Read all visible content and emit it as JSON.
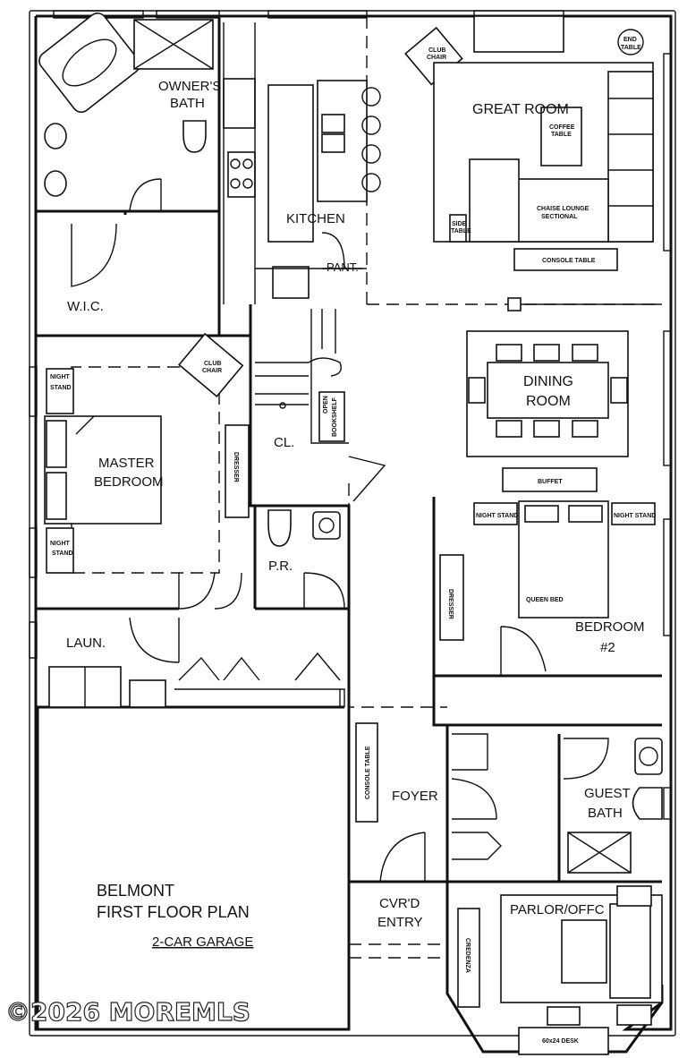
{
  "plan": {
    "title_line1": "BELMONT",
    "title_line2": "FIRST FLOOR PLAN",
    "garage_label": "2-CAR GARAGE",
    "watermark": "©2026 MOREMLS"
  },
  "rooms": {
    "owners_bath_1": "OWNER'S",
    "owners_bath_2": "BATH",
    "kitchen": "KITCHEN",
    "pantry": "PANT.",
    "great_room": "GREAT ROOM",
    "wic": "W.I.C.",
    "dining_1": "DINING",
    "dining_2": "ROOM",
    "closet": "CL.",
    "master_1": "MASTER",
    "master_2": "BEDROOM",
    "powder_room": "P.R.",
    "bedroom2_1": "BEDROOM",
    "bedroom2_2": "#2",
    "laundry": "LAUN.",
    "foyer": "FOYER",
    "guest_bath_1": "GUEST",
    "guest_bath_2": "BATH",
    "cvrd_entry_1": "CVR'D",
    "cvrd_entry_2": "ENTRY",
    "parlor": "PARLOR/OFFC"
  },
  "furniture": {
    "club_chair_1a": "CLUB",
    "club_chair_1b": "CHAIR",
    "end_table_1": "END",
    "end_table_2": "TABLE",
    "coffee_table_1": "COFFEE",
    "coffee_table_2": "TABLE",
    "chaise_1": "CHAISE LOUNGE",
    "chaise_2": "SECTIONAL",
    "side_table_1": "SIDE",
    "side_table_2": "TABLE",
    "console_table": "CONSOLE TABLE",
    "club_chair_2a": "CLUB",
    "club_chair_2b": "CHAIR",
    "night_stand_1a": "NIGHT",
    "night_stand_1b": "STAND",
    "night_stand_2a": "NIGHT",
    "night_stand_2b": "STAND",
    "dresser_1": "DRESSER",
    "open_bookshelf_1": "OPEN",
    "open_bookshelf_2": "BOOKSHELF",
    "buffet": "BUFFET",
    "night_stand_3": "NIGHT STAND",
    "night_stand_4": "NIGHT STAND",
    "queen_bed": "QUEEN BED",
    "dresser_2": "DRESSER",
    "console_table_2": "CONSOLE TABLE",
    "credenza": "CREDENZA",
    "desk": "60x24 DESK"
  }
}
